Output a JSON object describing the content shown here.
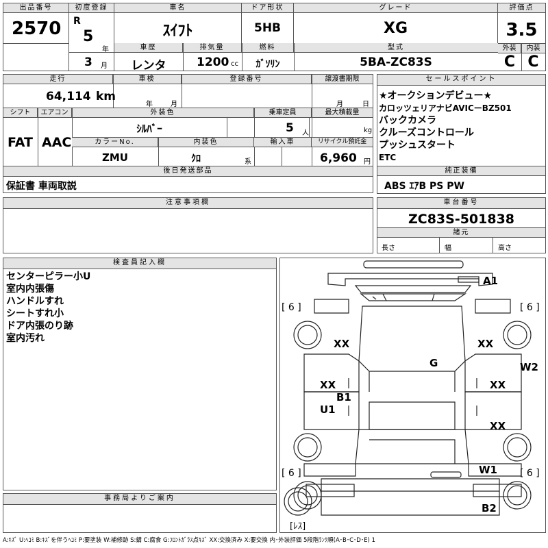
{
  "header": {
    "lot_label": "出品番号",
    "lot_no": "2570",
    "reg_label": "初度登録",
    "era": "R",
    "year": "5",
    "year_unit": "年",
    "month": "3",
    "month_unit": "月",
    "car_label": "車名",
    "car_name": "ｽｲﾌﾄ",
    "door_label": "ドア形状",
    "door": "5HB",
    "grade_label": "グレード",
    "grade": "XG",
    "score_label": "評価点",
    "score": "3.5",
    "ext_label": "外装",
    "ext": "C",
    "int_label": "内装",
    "int": "C",
    "history_label": "車歴",
    "history": "レンタ",
    "disp_label": "排気量",
    "disp": "1200",
    "disp_unit": "cc",
    "fuel_label": "燃料",
    "fuel": "ｶﾞｿﾘﾝ",
    "model_label": "型式",
    "model": "5BA-ZC83S"
  },
  "row2": {
    "mileage_label": "走行",
    "mileage": "64,114",
    "mileage_unit": "km",
    "inspect_label": "車検",
    "inspect_year": "年",
    "inspect_month": "月",
    "regno_label": "登録番号",
    "transfer_label": "譲渡書期限",
    "transfer_month": "月",
    "transfer_day": "日"
  },
  "row3": {
    "shift_label": "シフト",
    "shift": "FAT",
    "ac_label": "エアコン",
    "ac": "AAC",
    "color_label": "外装色",
    "color": "ｼﾙﾊﾞｰ",
    "cap_label": "乗車定員",
    "cap": "5",
    "cap_unit": "人",
    "load_label": "最大積載量",
    "load_unit": "kg",
    "colorno_label": "カラーNo.",
    "colorno": "ZMU",
    "intcolor_label": "内装色",
    "intcolor": "ｸﾛ",
    "intcolor_unit": "系",
    "import_label": "輸入車",
    "recycle_label": "リサイクル預託金",
    "recycle": "6,960",
    "recycle_unit": "円"
  },
  "late_parts": {
    "label": "後日発送部品",
    "value": "保証書 車両取説"
  },
  "sales_points": {
    "label": "セールスポイント",
    "items": [
      "★オークションデビュー★",
      "カロッツェリアナビAVICーBZ501",
      "バックカメラ",
      "クルーズコントロール",
      "プッシュスタート",
      "ETC"
    ]
  },
  "equipment": {
    "label": "純正装備",
    "value": "ABS ｴｱB PS PW"
  },
  "notes": {
    "label": "注意事項欄"
  },
  "chassis": {
    "label": "車台番号",
    "value": "ZC83S-501838"
  },
  "specs": {
    "label": "諸元",
    "length": "長さ",
    "width": "幅",
    "height": "高さ"
  },
  "inspector": {
    "label": "検査員記入欄",
    "lines": [
      "センターピラー小U",
      "室内内張傷",
      "ハンドルすれ",
      "シートすれ小",
      "ドア内張のり跡",
      "室内汚れ"
    ]
  },
  "office": {
    "label": "事務局よりご案内"
  },
  "diagram": {
    "tire_tl": "[ 6 ]",
    "tire_tr": "[ 6 ]",
    "tire_bl": "[ 6 ]",
    "tire_br": "[ 6 ]",
    "spare": "[ﾚｽ]",
    "marks": {
      "a1": "A1",
      "xx_fl": "XX",
      "xx_fr": "XX",
      "g": "G",
      "w2": "W2",
      "xx_ml": "XX",
      "xx_mr": "XX",
      "b1": "B1",
      "u1": "U1",
      "xx_rr": "XX",
      "w1": "W1",
      "b2": "B2"
    }
  },
  "legend": "A:ｷｽﾞ U:ﾍｺﾐ B:ｷｽﾞを伴うﾍｺﾐ P:要塗装 W:補修跡 S:錆 C:腐食 G:ﾌﾛﾝﾄｶﾞﾗｽ点ｷｽﾞ XX:交換済み X:要交換  内･外装評価 5段階ﾗﾝｸ順(A･B･C･D･E) 1"
}
